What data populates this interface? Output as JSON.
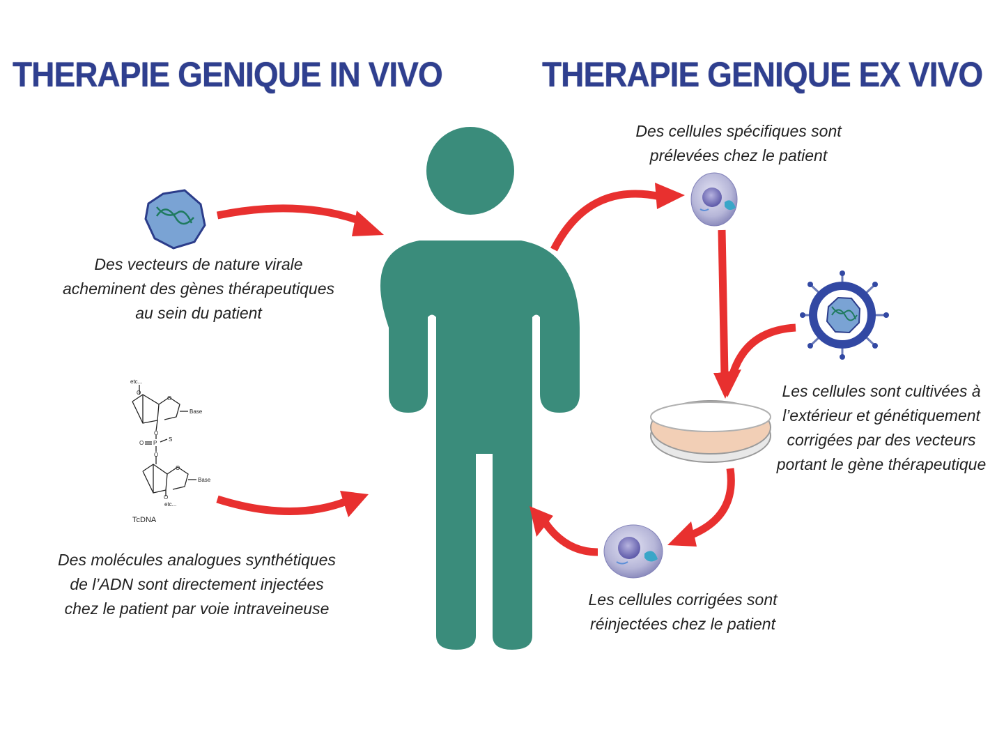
{
  "titles": {
    "in_vivo": "THERAPIE GENIQUE IN VIVO",
    "ex_vivo": "THERAPIE GENIQUE EX VIVO"
  },
  "captions": {
    "viral_vectors": [
      "Des vecteurs de nature virale",
      "acheminent  des gènes thérapeutiques",
      "au sein du patient"
    ],
    "synthetic_molecules": [
      "Des molécules analogues synthétiques",
      "de l’ADN sont directement injectées",
      "chez le patient par voie intraveineuse"
    ],
    "cells_collected": [
      "Des cellules spécifiques sont",
      "prélevées chez le patient"
    ],
    "cells_cultivated": [
      "Les cellules sont cultivées à",
      "l’extérieur et génétiquement",
      "corrigées par des vecteurs",
      "portant le gène thérapeutique"
    ],
    "cells_reinjected": [
      "Les cellules corrigées sont",
      "réinjectées chez le patient"
    ]
  },
  "chemical": {
    "label": "TcDNA",
    "etc_top": "etc...",
    "etc_bottom": "etc...",
    "base_1": "Base",
    "base_2": "Base",
    "o_1": "O",
    "o_2": "O",
    "o_3": "O",
    "o_4": "O",
    "o_5": "O",
    "o_6": "O",
    "p": "P",
    "o_dbl": "O",
    "s": "S"
  },
  "colors": {
    "title": "#2f3f8f",
    "person": "#3a8c7b",
    "arrow": "#e8302f",
    "virus_fill": "#7aa3d4",
    "virus_stroke": "#2b3c8a",
    "petri_fill": "#f2cfb6"
  },
  "icons": [
    "person-icon",
    "virus-octagon-icon",
    "cell-icon",
    "viral-capsid-icon",
    "petri-dish-icon",
    "tcdna-molecule-icon"
  ]
}
